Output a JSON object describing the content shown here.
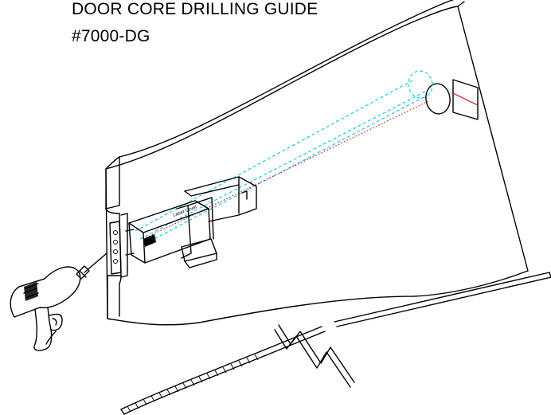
{
  "title": {
    "line1": "DOOR CORE DRILLING GUIDE",
    "line2": "#7000-DG"
  },
  "device_label": "Laser Level",
  "colors": {
    "laser_beam": "#e00000",
    "guide_path": "#00c8e6",
    "ink": "#000000",
    "background": "#ffffff"
  }
}
